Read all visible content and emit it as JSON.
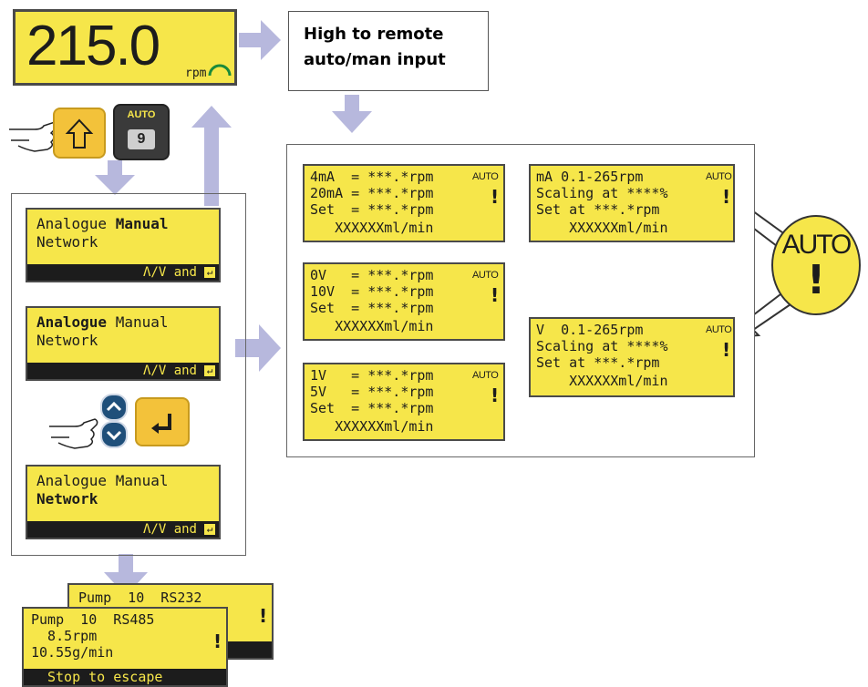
{
  "main_display": {
    "value": "215.0",
    "unit": "rpm"
  },
  "keypad": {
    "auto_key_label": "AUTO",
    "auto_key_number": "9"
  },
  "remote_box": {
    "line1": "High to remote",
    "line2": "auto/man input"
  },
  "menu_screens": [
    {
      "line1a": "Analogue ",
      "line1b": "Manual",
      "line2": "Network",
      "bar": "Λ/V and"
    },
    {
      "line1a": "Analogue",
      "line1b": " Manual",
      "line2": "Network",
      "bar": "Λ/V and"
    },
    {
      "line1a": "Analogue ",
      "line1b": "Manual",
      "line2": "Network",
      "bar": "Λ/V and"
    }
  ],
  "scaling_screens": {
    "ma_4_20": [
      "4mA  = ***.*rpm",
      "20mA = ***.*rpm",
      "Set  = ***.*rpm",
      "   XXXXXXml/min"
    ],
    "v_0_10": [
      "0V   = ***.*rpm",
      "10V  = ***.*rpm",
      "Set  = ***.*rpm",
      "   XXXXXXml/min"
    ],
    "v_1_5": [
      "1V   = ***.*rpm",
      "5V   = ***.*rpm",
      "Set  = ***.*rpm",
      "   XXXXXXml/min"
    ],
    "ma_range": [
      "mA 0.1-265rpm",
      "Scaling at ****%",
      "Set at ***.*rpm",
      "    XXXXXXml/min"
    ],
    "v_range": [
      "V  0.1-265rpm",
      "Scaling at ****%",
      "Set at ***.*rpm",
      "    XXXXXXml/min"
    ]
  },
  "auto_tag": "AUTO",
  "warning_mark": "!",
  "network_screens": {
    "back": {
      "line1": "Pump  10  RS232",
      "bang": "!"
    },
    "front": {
      "line1": "Pump  10  RS485",
      "line2": "  8.5rpm",
      "line3": "10.55g/min",
      "bar": "Stop to escape",
      "bang": "!"
    }
  },
  "colors": {
    "lcd": "#f6e64a",
    "arrow": "#b7b8dd",
    "dark": "#1c1c1c"
  }
}
